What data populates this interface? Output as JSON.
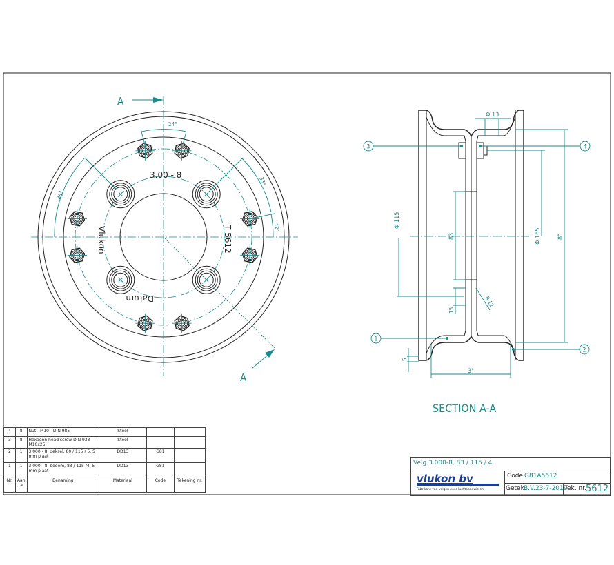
{
  "section_marker": "A",
  "front_view": {
    "angle_top": "24°",
    "angle_left": "45°",
    "angle_right": "33°",
    "angle_right_small": "12°",
    "label_top": "3.00 - 8",
    "label_left": "Vlukon",
    "label_right": "T 5612",
    "label_bottom": "Datum"
  },
  "section_view": {
    "title": "SECTION A-A",
    "dims": {
      "d13": "Φ 13",
      "d115": "Φ 115",
      "d83": "83",
      "d165": "Φ 165",
      "d8in": "8\"",
      "d15": "15",
      "r12": "R 12",
      "d5": "5",
      "d3in": "3\""
    },
    "balloons": [
      "1",
      "2",
      "3",
      "4"
    ]
  },
  "parts_list": {
    "headers": [
      "Nr.",
      "Aan tal",
      "Benaming",
      "Materiaal",
      "Code",
      "Tekening nr."
    ],
    "rows": [
      [
        "4",
        "8",
        "Nut  - M10 - DIN 985",
        "Steel",
        "",
        ""
      ],
      [
        "3",
        "8",
        "Hexagon head screw DIN 933 M10x25",
        "Steel",
        "",
        ""
      ],
      [
        "2",
        "1",
        "3.000 - 8, deksel,  80 / 115 / 5,  5 mm plaat",
        "DD13",
        "G81",
        ""
      ],
      [
        "1",
        "1",
        "3.000 - 8, bodem,  83 / 115 /4,  5 mm plaat",
        "DD13",
        "G81",
        ""
      ]
    ]
  },
  "title_block": {
    "title": "Velg 3.000-8,    83 / 115 / 4",
    "logo_text": "vlukon bv",
    "logo_tagline": "Fabrikant van velgen voor luchtbandwielen",
    "code_label": "Code",
    "code_value": "G81A5612",
    "drawn_label": "Getek.",
    "drawn_value": "B.V.23-7-2019",
    "drawing_nr_label": "Tek. nr.",
    "drawing_nr_value": "5612"
  },
  "colors": {
    "annotation": "#1a8a8a",
    "lines": "#222222",
    "logo": "#1d3f8f"
  }
}
